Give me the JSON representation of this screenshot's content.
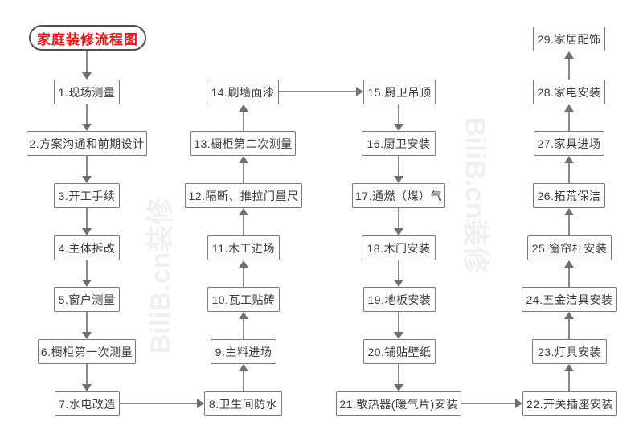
{
  "title": "家庭装修流程图",
  "watermark": "BiliB.cn装修",
  "colors": {
    "title_text": "#f31212",
    "box_border": "#7a7a7a",
    "box_background": "#fdfdfd",
    "box_text": "#3a3a3a",
    "arrow": "#8a8a8a",
    "page_background": "#ffffff"
  },
  "nodes": [
    {
      "label": "1.现场测量"
    },
    {
      "label": "2.方案沟通和前期设计"
    },
    {
      "label": "3.开工手续"
    },
    {
      "label": "4.主体拆改"
    },
    {
      "label": "5.窗户测量"
    },
    {
      "label": "6.橱柜第一次测量"
    },
    {
      "label": "7.水电改造"
    },
    {
      "label": "8.卫生间防水"
    },
    {
      "label": "9.主料进场"
    },
    {
      "label": "10.瓦工贴砖"
    },
    {
      "label": "11.木工进场"
    },
    {
      "label": "12.隔断、推拉门量尺"
    },
    {
      "label": "13.橱柜第二次测量"
    },
    {
      "label": "14.刷墙面漆"
    },
    {
      "label": "15.厨卫吊顶"
    },
    {
      "label": "16.厨卫安装"
    },
    {
      "label": "17.通燃（煤）气"
    },
    {
      "label": "18.木门安装"
    },
    {
      "label": "19.地板安装"
    },
    {
      "label": "20.铺贴壁纸"
    },
    {
      "label": "21.散热器(暖气片)安装"
    },
    {
      "label": "22.开关插座安装"
    },
    {
      "label": "23.灯具安装"
    },
    {
      "label": "24.五金洁具安装"
    },
    {
      "label": "25.窗帘杆安装"
    },
    {
      "label": "26.拓荒保洁"
    },
    {
      "label": "27.家具进场"
    },
    {
      "label": "28.家电安装"
    },
    {
      "label": "29.家居配饰"
    }
  ],
  "flow_order_note": "title→1→2→3→4→5→6→7→8→9→10→11→12→13→14→15→16→17→18→19→20→21→22→23→24→25→26→27→28→29"
}
